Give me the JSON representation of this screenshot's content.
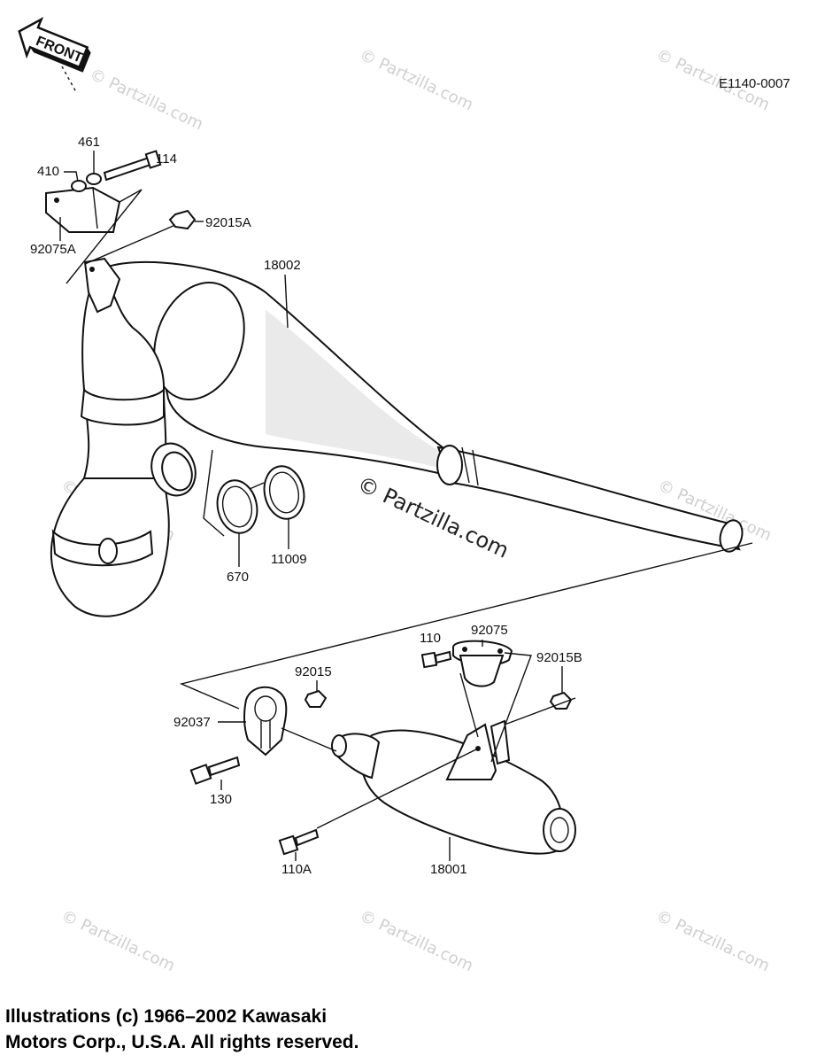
{
  "front_label": "FRONT",
  "diagram_code": "E1140-0007",
  "watermark_small": "© Partzilla.com",
  "watermark_center": "© Partzilla.com",
  "parts": {
    "p461": "461",
    "p114": "114",
    "p410": "410",
    "p92015A": "92015A",
    "p92075A": "92075A",
    "p18002": "18002",
    "p670": "670",
    "p11009": "11009",
    "p110": "110",
    "p92075": "92075",
    "p92015": "92015",
    "p92015B": "92015B",
    "p92037": "92037",
    "p130": "130",
    "p110A": "110A",
    "p18001": "18001"
  },
  "copyright": {
    "line1": "Illustrations (c) 1966–2002 Kawasaki",
    "line2": "Motors Corp., U.S.A.  All rights reserved."
  }
}
